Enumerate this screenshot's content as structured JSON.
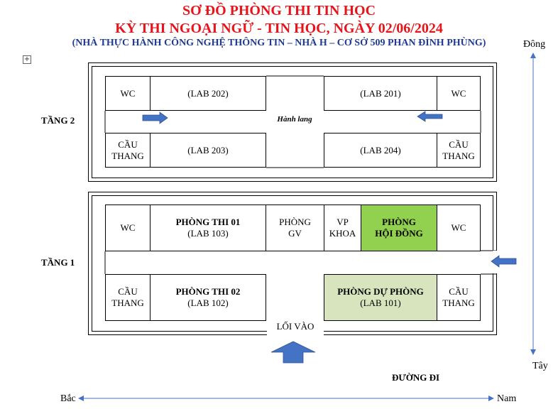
{
  "header": {
    "title_line1": "SƠ ĐỒ PHÒNG THI TIN HỌC",
    "title_line2": "KỲ THI NGOẠI NGỮ - TIN HỌC, NGÀY 02/06/2024",
    "subtitle": "(NHÀ THỰC HÀNH CÔNG NGHỆ THÔNG TIN – NHÀ H – CƠ SỞ 509 PHAN ĐÌNH PHÙNG)"
  },
  "compass": {
    "east": "Đông",
    "west": "Tây",
    "north": "Bắc",
    "south": "Nam"
  },
  "floor2": {
    "label": "TẦNG 2",
    "hallway": "Hành lang",
    "wc_left": "WC",
    "lab202": "(LAB 202)",
    "lab201": "(LAB 201)",
    "wc_right": "WC",
    "stairs_left": [
      "CẦU",
      "THANG"
    ],
    "lab203": "(LAB 203)",
    "lab204": "(LAB 204)",
    "stairs_right": [
      "CẦU",
      "THANG"
    ]
  },
  "floor1": {
    "label": "TẦNG 1",
    "wc_left": "WC",
    "room1_title": "PHÒNG THI 01",
    "room1_lab": "(LAB 103)",
    "gv": [
      "PHÒNG",
      "GV"
    ],
    "vp": [
      "VP",
      "KHOA"
    ],
    "council": [
      "PHÒNG",
      "HỘI ĐỒNG"
    ],
    "wc_right": "WC",
    "stairs_left": [
      "CẦU",
      "THANG"
    ],
    "room2_title": "PHÒNG THI 02",
    "room2_lab": "(LAB 102)",
    "reserve_title": "PHÒNG DỰ PHÒNG",
    "reserve_lab": "(LAB 101)",
    "stairs_right": [
      "CẦU",
      "THANG"
    ],
    "entrance": "LỐI VÀO"
  },
  "road": "ĐƯỜNG ĐI",
  "colors": {
    "title": "#e8141b",
    "subtitle": "#1f3a93",
    "arrow": "#4472c4",
    "council": "#92d050",
    "reserve": "#d7e4bd"
  }
}
